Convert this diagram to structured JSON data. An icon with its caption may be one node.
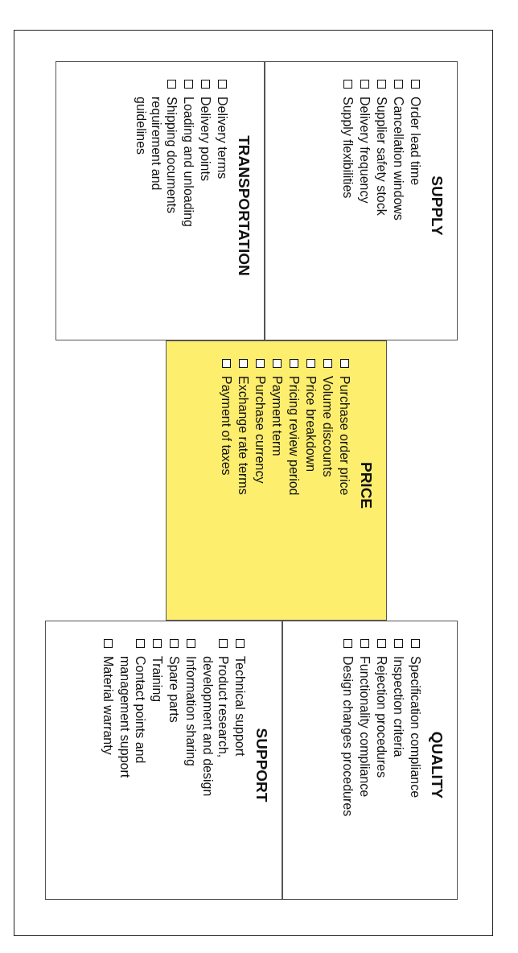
{
  "diagram": {
    "nodes": [
      {
        "text": [
          "SUPPLY",
          "Order lead time",
          "Cancellation windows",
          "Supplier safety stock",
          "Delivery frequency",
          "Supply flexibilities"
        ]
      },
      {
        "text": [
          "TRANSPORTATION",
          "Delivery terms",
          "Delivery points",
          "Loading and unloading",
          "Shipping documents requirement and guidelines"
        ]
      },
      {
        "text": [
          "PRICE",
          "Purchase order price",
          "Volume discounts",
          "Price breakdown",
          "Pricing review period",
          "Payment term",
          "Purchase currency",
          "Exchange rate terms",
          "Payment of taxes"
        ]
      },
      {
        "text": [
          "QUALITY",
          "Specification compliance",
          "Inspection criteria",
          "Rejection procedures",
          "Functionality compliance",
          "Design changes procedures"
        ]
      },
      {
        "text": [
          "SUPPORT",
          "Technical support",
          "Product research, development and design",
          "Information sharing",
          "Spare parts",
          "Training",
          "Contact points and management support",
          "Material warranty"
        ]
      }
    ]
  }
}
